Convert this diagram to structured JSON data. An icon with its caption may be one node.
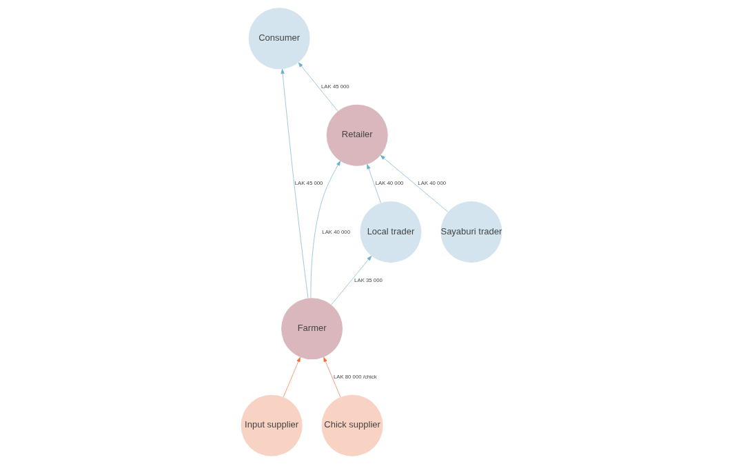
{
  "diagram": {
    "nodes": [
      {
        "text": [
          "Consumer"
        ]
      },
      {
        "text": [
          "Retailer"
        ]
      },
      {
        "text": [
          "Local trader"
        ]
      },
      {
        "text": [
          "Input supplier"
        ]
      },
      {
        "text": [
          "Sayaburi trader"
        ]
      },
      {
        "text": [
          "Chick supplier"
        ]
      },
      {
        "text": [
          "Farmer"
        ]
      }
    ],
    "edges": [
      {
        "from": 1,
        "to": 0,
        "arrow": "to",
        "label": "LAK 45 000"
      },
      {
        "from": 2,
        "to": 1,
        "arrow": "to",
        "label": "LAK 40 000"
      },
      {
        "from": 6,
        "to": 1,
        "arrow": "to",
        "label": "LAK 40 000"
      },
      {
        "from": 6,
        "to": 0,
        "arrow": "to",
        "label": "LAK 45 000"
      },
      {
        "from": 6,
        "to": 2,
        "arrow": "to",
        "label": "LAK 35 000"
      },
      {
        "from": 4,
        "to": 1,
        "arrow": "to",
        "label": "LAK 40 000"
      },
      {
        "from": 5,
        "to": 6,
        "arrow": "to",
        "label": "LAK 80 000 /chick",
        "color": "#ef6a35"
      },
      {
        "from": 3,
        "to": 6,
        "arrow": "to",
        "color": "#ef6a35"
      }
    ]
  }
}
